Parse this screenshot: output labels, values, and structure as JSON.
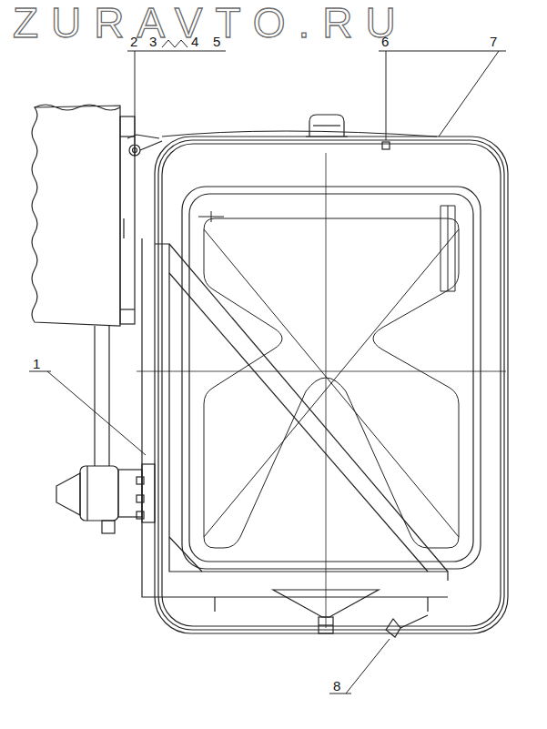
{
  "diagram": {
    "labels": [
      "ZURAVTO.RU",
      "2",
      "3",
      "4",
      "5",
      "6",
      "7",
      "1",
      "8"
    ]
  }
}
